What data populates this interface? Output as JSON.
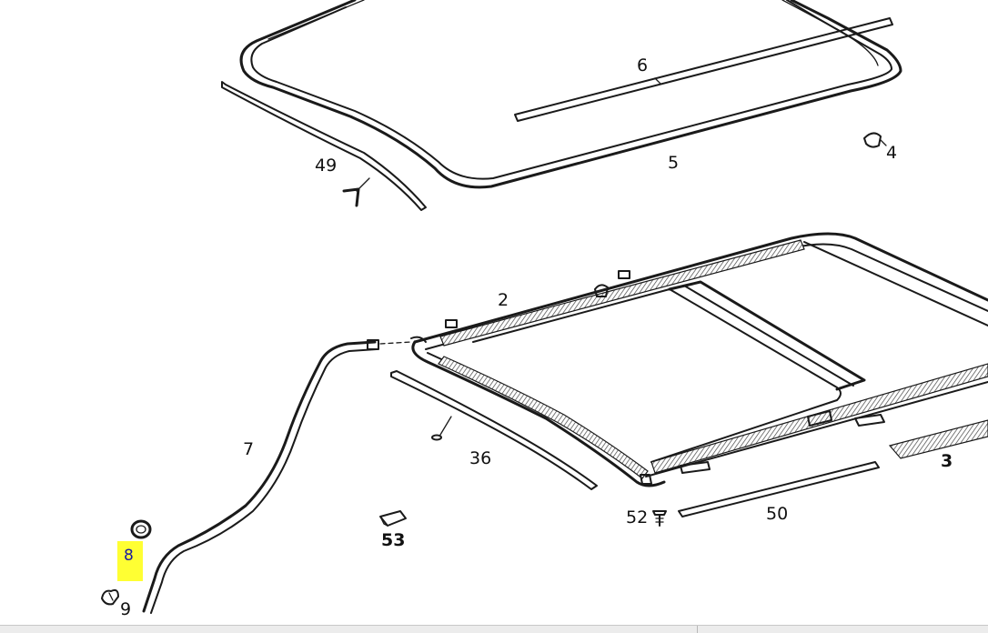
{
  "diagram": {
    "highlight_color": "#ffff33",
    "labels": {
      "p2": "2",
      "p3": "3",
      "p4": "4",
      "p5": "5",
      "p6": "6",
      "p7": "7",
      "p8": "8",
      "p9": "9",
      "p36": "36",
      "p49": "49",
      "p50": "50",
      "p52": "52",
      "p53": "53"
    }
  }
}
